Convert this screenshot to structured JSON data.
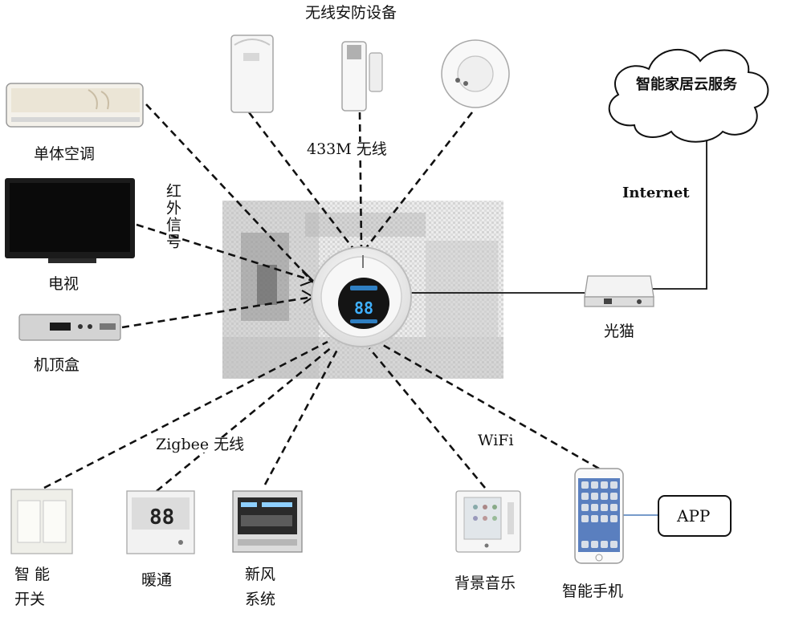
{
  "labels": {
    "security": "无线安防设备",
    "rf433": "433M 无线",
    "aircon": "单体空调",
    "ir": "红外信号",
    "tv": "电视",
    "stb": "机顶盒",
    "cloud": "智能家居云服务",
    "internet": "Internet",
    "modem": "光猫",
    "zigbee": "Zigbee 无线",
    "wifi": "WiFi",
    "switch_line1": "智 能",
    "switch_line2": "开关",
    "hvac": "暖通",
    "fresh_line1": "新风",
    "fresh_line2": "系统",
    "music": "背景音乐",
    "phone": "智能手机",
    "app": "APP"
  },
  "panel_display": "88",
  "thermostat_display": "88"
}
